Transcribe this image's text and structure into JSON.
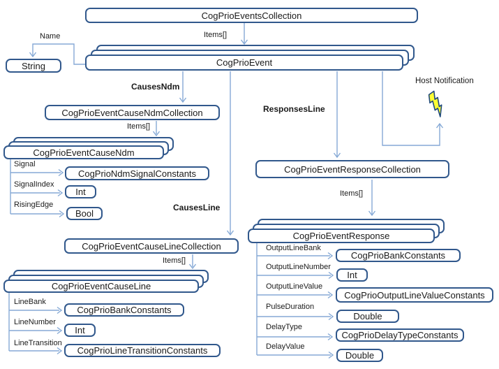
{
  "diagram": {
    "nodes": {
      "events_collection": "CogPrioEventsCollection",
      "event": "CogPrioEvent",
      "string_type": "String",
      "cause_ndm_collection": "CogPrioEventCauseNdmCollection",
      "cause_ndm": "CogPrioEventCauseNdm",
      "ndm_signal_constants": "CogPrioNdmSignalConstants",
      "signal_index_type": "Int",
      "rising_edge_type": "Bool",
      "cause_line_collection": "CogPrioEventCauseLineCollection",
      "cause_line": "CogPrioEventCauseLine",
      "line_bank_type": "CogPrioBankConstants",
      "line_number_type": "Int",
      "line_transition_type": "CogPrioLineTransitionConstants",
      "response_collection": "CogPrioEventResponseCollection",
      "response": "CogPrioEventResponse",
      "output_line_bank_type": "CogPrioBankConstants",
      "output_line_number_type": "Int",
      "output_line_value_type": "CogPrioOutputLineValueConstants",
      "pulse_duration_type": "Double",
      "delay_type_type": "CogPrioDelayTypeConstants",
      "delay_value_type": "Double"
    },
    "edge_labels": {
      "items_events": "Items[]",
      "name": "Name",
      "causes_ndm": "CausesNdm",
      "items_ndm": "Items[]",
      "causes_line": "CausesLine",
      "items_line": "Items[]",
      "responses_line": "ResponsesLine",
      "items_response": "Items[]",
      "host_notification": "Host Notification"
    },
    "field_labels": {
      "signal": "Signal",
      "signal_index": "SignalIndex",
      "rising_edge": "RisingEdge",
      "line_bank": "LineBank",
      "line_number": "LineNumber",
      "line_transition": "LineTransition",
      "output_line_bank": "OutputLineBank",
      "output_line_number": "OutputLineNumber",
      "output_line_value": "OutputLineValue",
      "pulse_duration": "PulseDuration",
      "delay_type": "DelayType",
      "delay_value": "DelayValue"
    },
    "icons": {
      "host_notification_icon": "lightning-bolt"
    },
    "colors": {
      "box_border": "#31588C",
      "connector": "#85A9D6",
      "text": "#1a1a1a",
      "bolt_fill": "#FFFF33",
      "bolt_stroke": "#1F497D",
      "background": "#FFFFFF"
    }
  }
}
